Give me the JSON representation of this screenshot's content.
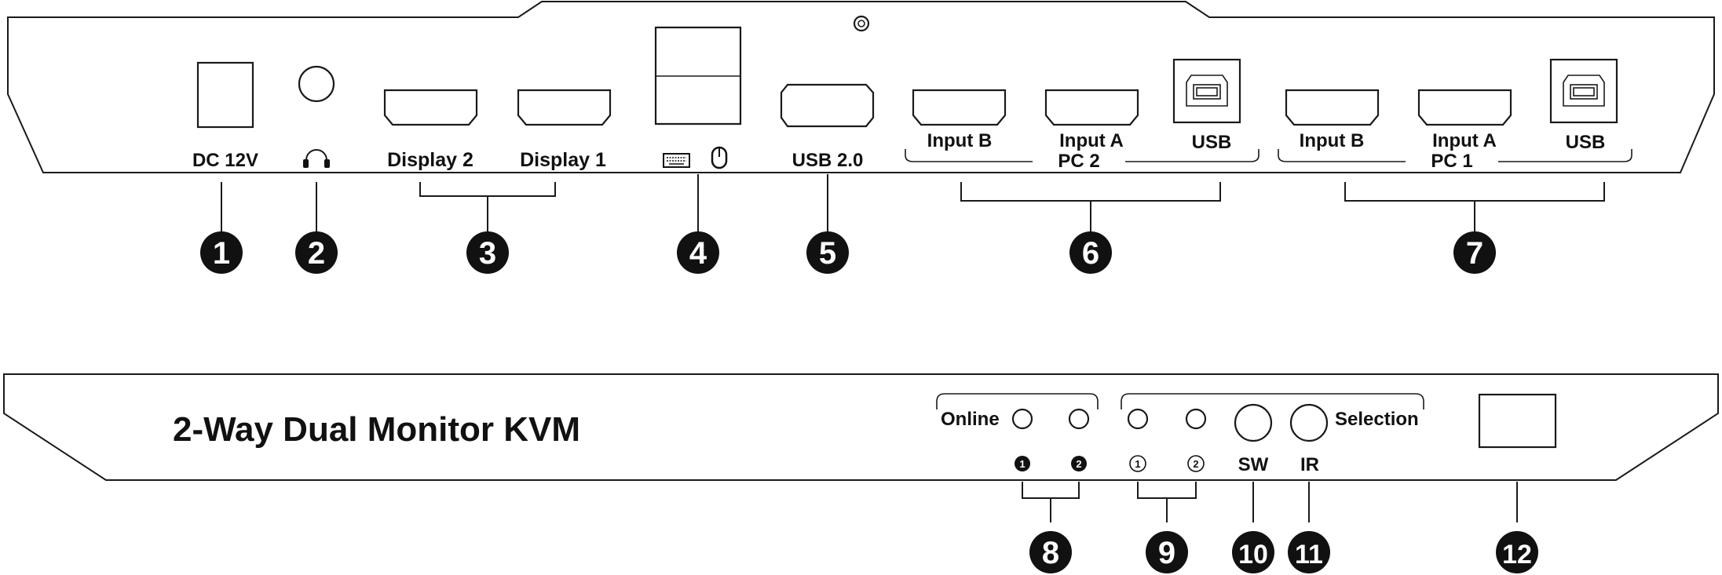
{
  "rear_panel": {
    "dc_label": "DC 12V",
    "display2_label": "Display 2",
    "display1_label": "Display 1",
    "usb20_label": "USB 2.0",
    "pc2": {
      "group_label": "PC 2",
      "input_b": "Input B",
      "input_a": "Input A",
      "usb": "USB"
    },
    "pc1": {
      "group_label": "PC 1",
      "input_b": "Input B",
      "input_a": "Input A",
      "usb": "USB"
    }
  },
  "front_panel": {
    "title": "2-Way Dual Monitor KVM",
    "online_label": "Online",
    "selection_label": "Selection",
    "online_1": "1",
    "online_2": "2",
    "sel_1": "1",
    "sel_2": "2",
    "sw_label": "SW",
    "ir_label": "IR"
  },
  "callouts": [
    "1",
    "2",
    "3",
    "4",
    "5",
    "6",
    "7",
    "8",
    "9",
    "10",
    "11",
    "12"
  ],
  "icons": [
    "headphone-icon",
    "keyboard-icon",
    "mouse-icon"
  ]
}
